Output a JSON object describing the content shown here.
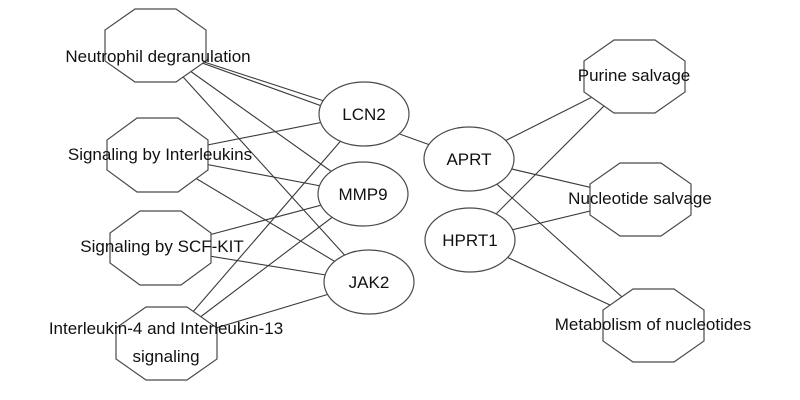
{
  "network": {
    "pathways": [
      {
        "id": "neutrophil",
        "label": "Neutrophil degranulation"
      },
      {
        "id": "interleukins",
        "label": "Signaling by Interleukins"
      },
      {
        "id": "scfkit",
        "label": "Signaling by SCF-KIT"
      },
      {
        "id": "il4il13",
        "label": "Interleukin-4 and Interleukin-13",
        "label2": "signaling"
      },
      {
        "id": "purine",
        "label": "Purine salvage"
      },
      {
        "id": "nucleotide_salvage",
        "label": "Nucleotide salvage"
      },
      {
        "id": "metabolism",
        "label": "Metabolism of nucleotides"
      }
    ],
    "genes": [
      {
        "id": "lcn2",
        "label": "LCN2"
      },
      {
        "id": "mmp9",
        "label": "MMP9"
      },
      {
        "id": "jak2",
        "label": "JAK2"
      },
      {
        "id": "aprt",
        "label": "APRT"
      },
      {
        "id": "hprt1",
        "label": "HPRT1"
      }
    ],
    "edges": [
      [
        "neutrophil",
        "lcn2"
      ],
      [
        "neutrophil",
        "mmp9"
      ],
      [
        "neutrophil",
        "jak2"
      ],
      [
        "neutrophil",
        "aprt"
      ],
      [
        "interleukins",
        "lcn2"
      ],
      [
        "interleukins",
        "mmp9"
      ],
      [
        "interleukins",
        "jak2"
      ],
      [
        "scfkit",
        "mmp9"
      ],
      [
        "scfkit",
        "jak2"
      ],
      [
        "il4il13",
        "lcn2"
      ],
      [
        "il4il13",
        "mmp9"
      ],
      [
        "il4il13",
        "jak2"
      ],
      [
        "aprt",
        "purine"
      ],
      [
        "aprt",
        "nucleotide_salvage"
      ],
      [
        "aprt",
        "metabolism"
      ],
      [
        "hprt1",
        "purine"
      ],
      [
        "hprt1",
        "nucleotide_salvage"
      ],
      [
        "hprt1",
        "metabolism"
      ]
    ]
  }
}
